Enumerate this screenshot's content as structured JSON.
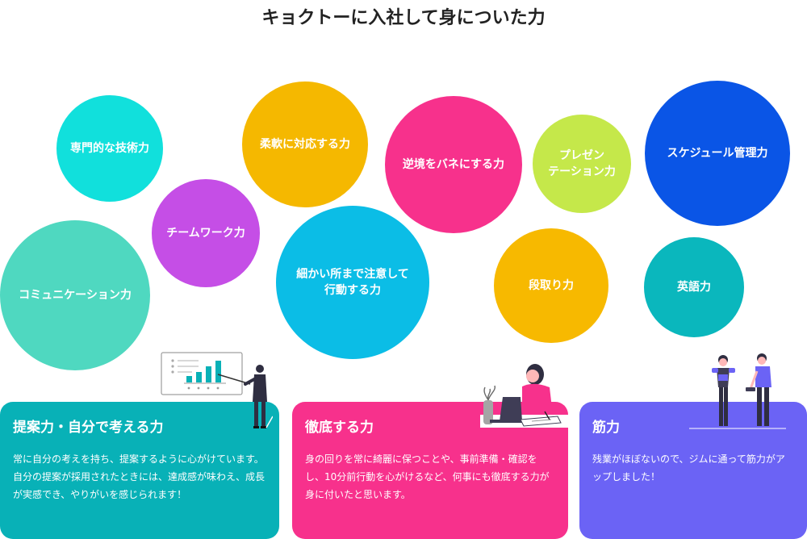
{
  "page": {
    "title": "キョクトーに入社して身についた力"
  },
  "skills": [
    {
      "label": "専門的な技術力",
      "color": "#11e0dc"
    },
    {
      "label": "柔軟に対応する力",
      "color": "#f5b800"
    },
    {
      "label": "逆境をバネにする力",
      "color": "#f7318c"
    },
    {
      "label": "プレゼン\nテーション力",
      "color": "#c5e84a"
    },
    {
      "label": "スケジュール管理力",
      "color": "#0a55e6"
    },
    {
      "label": "チームワーク力",
      "color": "#c54ee6"
    },
    {
      "label": "コミュニケーション力",
      "color": "#4fd8c0"
    },
    {
      "label": "細かい所まで注意して\n行動する力",
      "color": "#0bbde6"
    },
    {
      "label": "段取り力",
      "color": "#f7b900"
    },
    {
      "label": "英語力",
      "color": "#0ab7bd"
    }
  ],
  "cards": [
    {
      "title": "提案力・自分で考える力",
      "body": "常に自分の考えを持ち、提案するように心がけています。\n自分の提案が採用されたときには、達成感が味わえ、成長が実感でき、やりがいを感じられます！",
      "color": "#08b1b7"
    },
    {
      "title": "徹底する力",
      "body": "身の回りを常に綺麗に保つことや、事前準備・確認をし、10分前行動を心がけるなど、何事にも徹底する力が身に付いたと思います。",
      "color": "#f7318c"
    },
    {
      "title": "筋力",
      "body": "残業がほぼないので、ジムに通って筋力がアップしました！",
      "color": "#6b63f5"
    }
  ],
  "illustrations": [
    {
      "icon": "presentation-chart-person-icon"
    },
    {
      "icon": "person-at-desk-icon"
    },
    {
      "icon": "people-with-dumbbells-icon"
    }
  ]
}
